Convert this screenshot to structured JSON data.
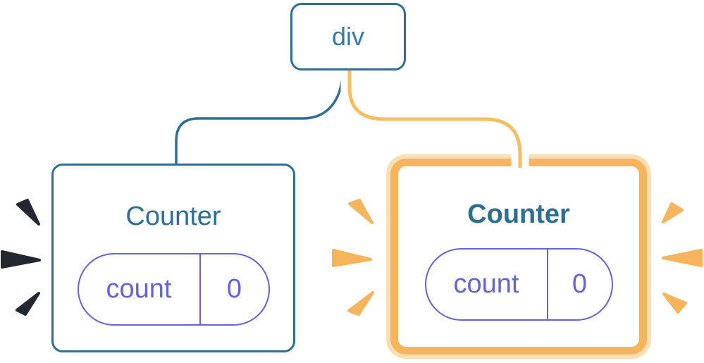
{
  "tree": {
    "root": {
      "label": "div"
    },
    "left_counter": {
      "title": "Counter",
      "state_key": "count",
      "state_value": "0",
      "highlighted": false
    },
    "right_counter": {
      "title": "Counter",
      "state_key": "count",
      "state_value": "0",
      "highlighted": true
    }
  },
  "icons": {
    "left_sparks": "spark-icon x3 (navy, left of left counter)",
    "right_sparks": "spark-icon x6 (orange, both sides of right counter)"
  },
  "colors": {
    "blue": "#2E7095",
    "blue-text": "#3779A7",
    "title-blue": "#2D6E93",
    "indigo": "#6363DB",
    "amber": "#F8BC61",
    "orange": "#F6B45C",
    "peach": "#FBDFB2",
    "navy": "#23272F",
    "bg": "#FFFFFF"
  }
}
